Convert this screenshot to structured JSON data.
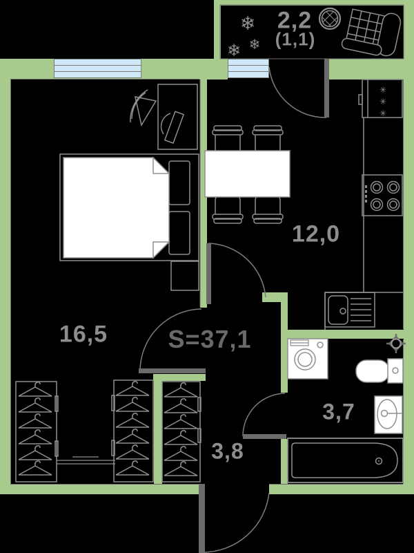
{
  "plan": {
    "title": "apartment-floor-plan",
    "total_area": {
      "label": "S=37,1"
    },
    "rooms": {
      "balcony": {
        "area": "2,2",
        "reduced_area": "(1,1)"
      },
      "kitchen": {
        "area": "12,0"
      },
      "bedroom": {
        "area": "16,5"
      },
      "hallway": {
        "area": "3,8"
      },
      "bathroom": {
        "area": "3,7"
      }
    },
    "icons": {
      "snowflake_char": "❄",
      "frost_char": "✳"
    },
    "colors": {
      "wall_green": "#a6cb8d",
      "floor_black": "#000000",
      "window_blue": "#cfe9f8",
      "furniture_line_gray": "#8f8f8f",
      "door_leaf_gray": "#6b6b6b",
      "room_label_gray": "#8d8d8d",
      "total_label_gray": "#696969"
    }
  }
}
